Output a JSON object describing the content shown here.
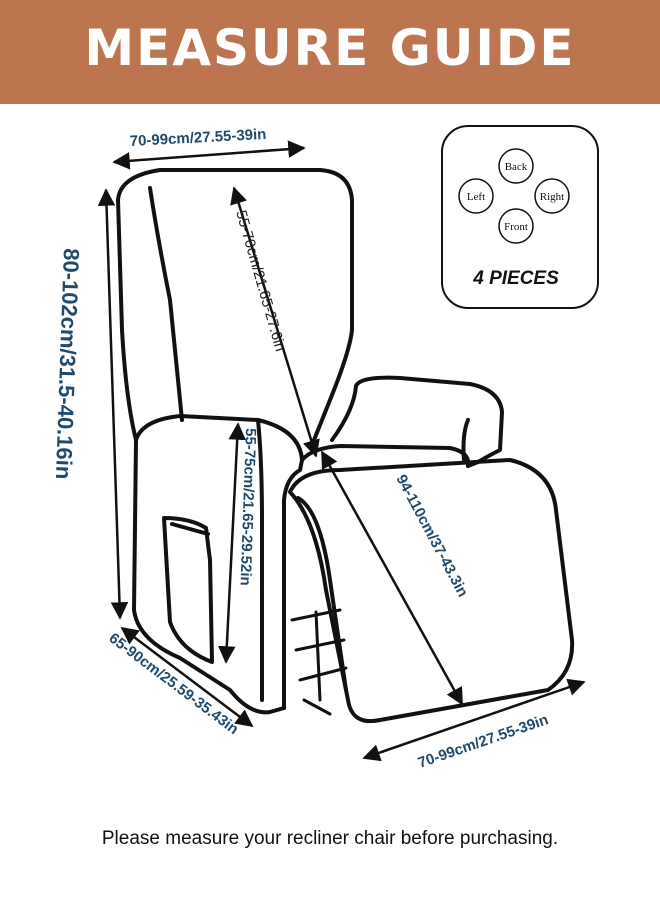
{
  "header": {
    "title": "MEASURE GUIDE"
  },
  "measurements": {
    "back_width": "70-99cm/27.55-39in",
    "total_height": "80-102cm/31.5-40.16in",
    "back_height": "55-70cm/21.65-27.6in",
    "arm_height": "55-75cm/21.65-29.52in",
    "side_depth": "65-90cm/25.59-35.43in",
    "footrest_length": "94-110cm/37-43.3in",
    "front_width": "70-99cm/27.55-39in"
  },
  "pieces_box": {
    "back": "Back",
    "left": "Left",
    "right": "Right",
    "front": "Front",
    "caption": "4 PIECES"
  },
  "footer": {
    "note": "Please measure your recliner chair before purchasing."
  },
  "colors": {
    "banner": "#bd7550",
    "dimension_text": "#1f4a6b",
    "outline": "#111111"
  }
}
